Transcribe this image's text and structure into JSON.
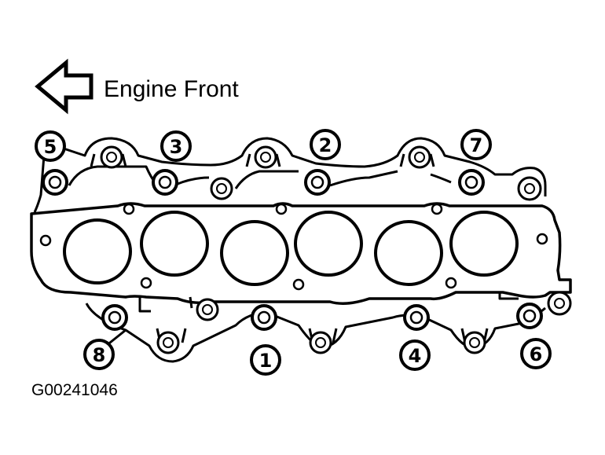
{
  "direction_label": "Engine Front",
  "figure_id": "G00241046",
  "sequence_labels": [
    "5",
    "3",
    "2",
    "7",
    "8",
    "1",
    "4",
    "6"
  ]
}
